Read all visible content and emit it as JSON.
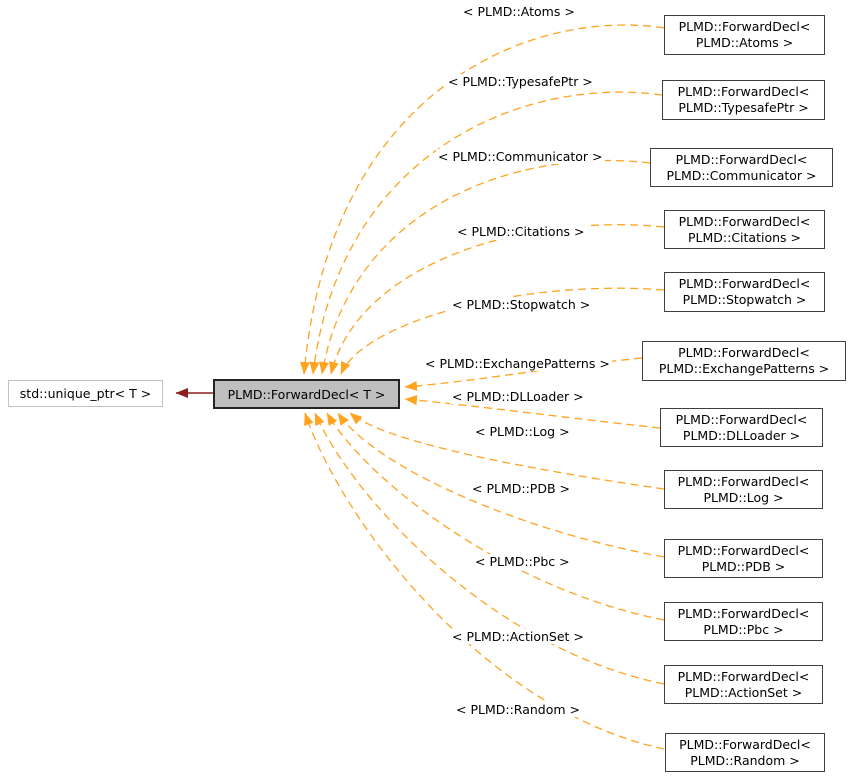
{
  "diagram": {
    "base": {
      "label": "std::unique_ptr< T >"
    },
    "template": {
      "label": "PLMD::ForwardDecl< T >"
    },
    "instances": [
      {
        "line1": "PLMD::ForwardDecl<",
        "line2": "PLMD::Atoms >",
        "edge_label": "< PLMD::Atoms >"
      },
      {
        "line1": "PLMD::ForwardDecl<",
        "line2": "PLMD::TypesafePtr >",
        "edge_label": "< PLMD::TypesafePtr >"
      },
      {
        "line1": "PLMD::ForwardDecl<",
        "line2": "PLMD::Communicator >",
        "edge_label": "< PLMD::Communicator >"
      },
      {
        "line1": "PLMD::ForwardDecl<",
        "line2": "PLMD::Citations >",
        "edge_label": "< PLMD::Citations >"
      },
      {
        "line1": "PLMD::ForwardDecl<",
        "line2": "PLMD::Stopwatch >",
        "edge_label": "< PLMD::Stopwatch >"
      },
      {
        "line1": "PLMD::ForwardDecl<",
        "line2": "PLMD::ExchangePatterns >",
        "edge_label": "< PLMD::ExchangePatterns >"
      },
      {
        "line1": "PLMD::ForwardDecl<",
        "line2": "PLMD::DLLoader >",
        "edge_label": "< PLMD::DLLoader >"
      },
      {
        "line1": "PLMD::ForwardDecl<",
        "line2": "PLMD::Log >",
        "edge_label": "< PLMD::Log >"
      },
      {
        "line1": "PLMD::ForwardDecl<",
        "line2": "PLMD::PDB >",
        "edge_label": "< PLMD::PDB >"
      },
      {
        "line1": "PLMD::ForwardDecl<",
        "line2": "PLMD::Pbc >",
        "edge_label": "< PLMD::Pbc >"
      },
      {
        "line1": "PLMD::ForwardDecl<",
        "line2": "PLMD::ActionSet >",
        "edge_label": "< PLMD::ActionSet >"
      },
      {
        "line1": "PLMD::ForwardDecl<",
        "line2": "PLMD::Random >",
        "edge_label": "< PLMD::Random >"
      }
    ],
    "colors": {
      "template_edge": "#ffa320",
      "inheritance_edge": "#8b1f1f",
      "template_node_fill": "#bfbfbf",
      "template_node_border": "#242424",
      "instance_node_border": "#3f3f3f",
      "base_node_border": "#c2c2c2",
      "text": "#000000",
      "background": "#ffffff"
    }
  }
}
